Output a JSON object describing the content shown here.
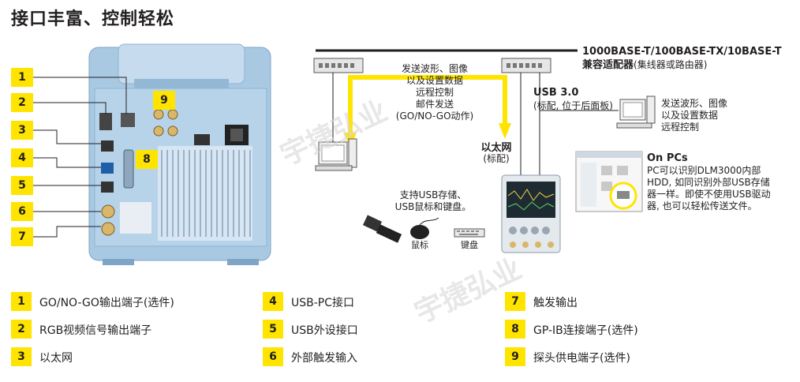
{
  "title": "接口丰富、控制轻松",
  "callouts": [
    "1",
    "2",
    "3",
    "4",
    "5",
    "6",
    "7",
    "8",
    "9"
  ],
  "network": {
    "switch_label_line1": "1000BASE-T/100BASE-TX/10BASE-T",
    "switch_label_bold": "兼容适配器",
    "switch_label_paren": "(集线器或路由器)",
    "pc_arrow_text": [
      "发送波形、图像",
      "以及设置数据",
      "远程控制",
      "邮件发送",
      "(GO/NO-GO动作)"
    ],
    "ethernet_label": "以太网",
    "ethernet_sub": "(标配)",
    "usb_title": "USB 3.0",
    "usb_sub": "(标配, 位于后面板)",
    "usb_pc_text": [
      "发送波形、图像",
      "以及设置数据",
      "远程控制"
    ],
    "usb_storage_text": [
      "支持USB存储、",
      "USB鼠标和键盘。"
    ],
    "mouse_label": "鼠标",
    "keyboard_label": "键盘",
    "onpc_title": "On PCs",
    "onpc_text": [
      "PC可以识别DLM3000内部",
      "HDD, 如同识别外部USB存储",
      "器一样。即使不使用USB驱动",
      "器, 也可以轻松传送文件。"
    ]
  },
  "watermark": "宇捷弘业",
  "legend": [
    {
      "num": "1",
      "label": "GO/NO-GO输出端子(选件)"
    },
    {
      "num": "2",
      "label": "RGB视频信号输出端子"
    },
    {
      "num": "3",
      "label": "以太网"
    },
    {
      "num": "4",
      "label": "USB-PC接口"
    },
    {
      "num": "5",
      "label": "USB外设接口"
    },
    {
      "num": "6",
      "label": "外部触发输入"
    },
    {
      "num": "7",
      "label": "触发输出"
    },
    {
      "num": "8",
      "label": "GP-IB连接端子(选件)"
    },
    {
      "num": "9",
      "label": "探头供电端子(选件)"
    }
  ],
  "colors": {
    "accent": "#ffe400",
    "device_blue": "#a9c9e3",
    "line": "#231f20"
  }
}
